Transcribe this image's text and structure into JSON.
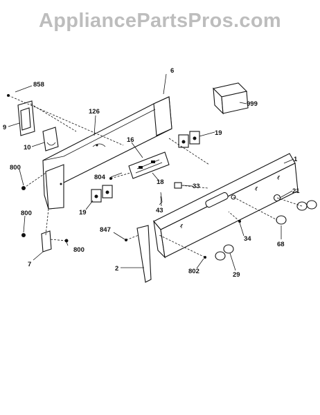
{
  "watermark": "AppliancePartsPros.com",
  "callouts": {
    "c858": "858",
    "c6": "6",
    "c999": "999",
    "c9": "9",
    "c126": "126",
    "c10": "10",
    "c19a": "19",
    "c16": "16",
    "c1": "1",
    "c800a": "800",
    "c804": "804",
    "c18": "18",
    "c33": "33",
    "c21": "21",
    "c19b": "19",
    "c43": "43",
    "c800b": "800",
    "c847": "847",
    "c34": "34",
    "c68": "68",
    "c7": "7",
    "c800c": "800",
    "c2": "2",
    "c802": "802",
    "c29": "29"
  }
}
